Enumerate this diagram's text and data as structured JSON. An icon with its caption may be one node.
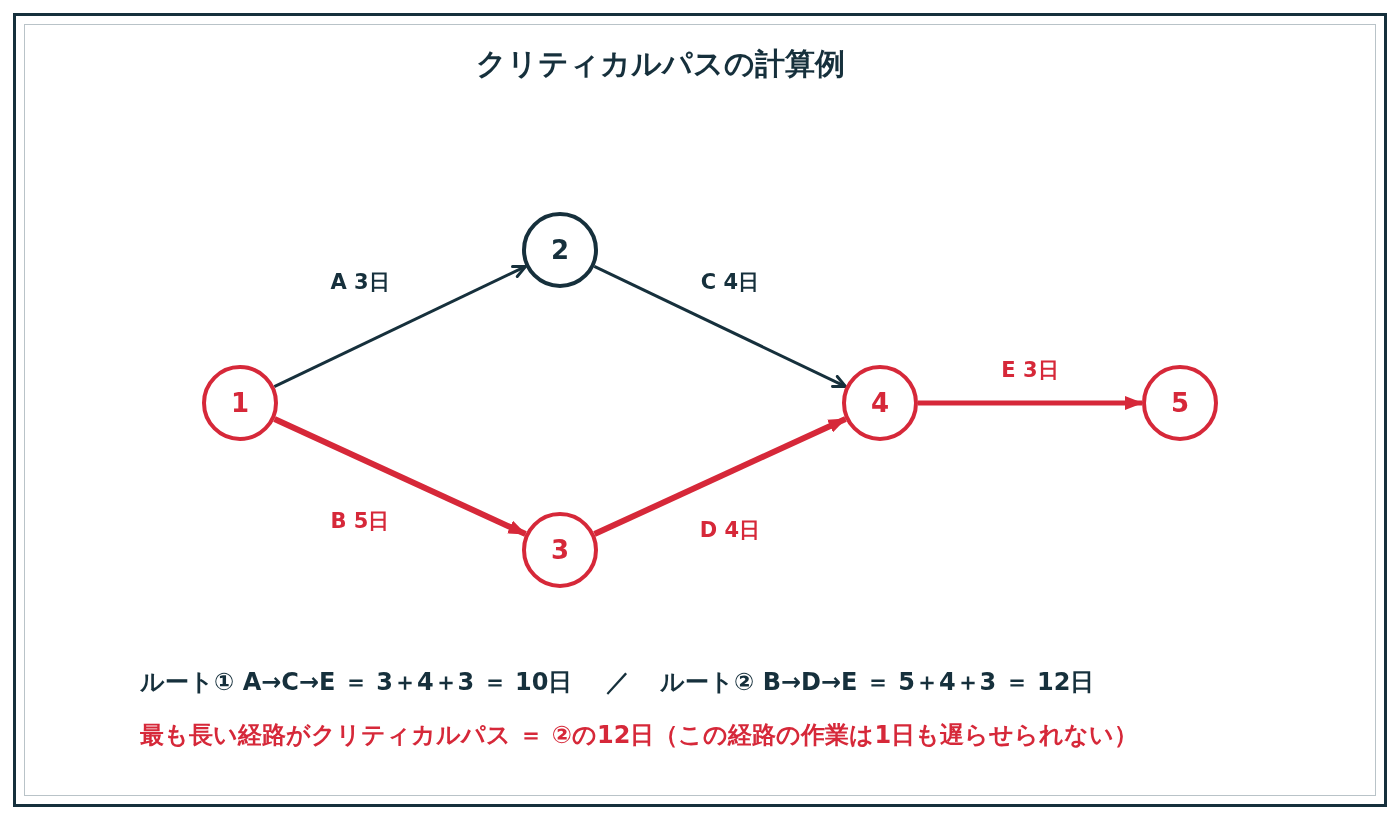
{
  "diagram": {
    "title": "クリティカルパスの計算例",
    "nodes": [
      {
        "text": [
          "1"
        ]
      },
      {
        "text": [
          "2"
        ]
      },
      {
        "text": [
          "3"
        ]
      },
      {
        "text": [
          "4"
        ]
      },
      {
        "text": [
          "5"
        ]
      }
    ],
    "edges": [
      {
        "from": 0,
        "to": 1,
        "arrow": "to",
        "label": "A 3日",
        "color": "#16303c"
      },
      {
        "from": 0,
        "to": 2,
        "arrow": "to",
        "label": "B 5日"
      },
      {
        "from": 1,
        "to": 3,
        "arrow": "to",
        "label": "C 4日",
        "color": "#16303c"
      },
      {
        "from": 2,
        "to": 3,
        "arrow": "to",
        "label": "D 4日"
      },
      {
        "from": 3,
        "to": 4,
        "arrow": "to",
        "label": "E 3日"
      }
    ],
    "labels": [
      "ルート① A→C→E ＝ 3＋4＋3 ＝ 10日",
      "／",
      "ルート② B→D→E ＝ 5＋4＋3 ＝ 12日",
      "最も長い経路がクリティカルパス ＝ ②の12日（この経路の作業は1日も遅らせられない）"
    ]
  }
}
